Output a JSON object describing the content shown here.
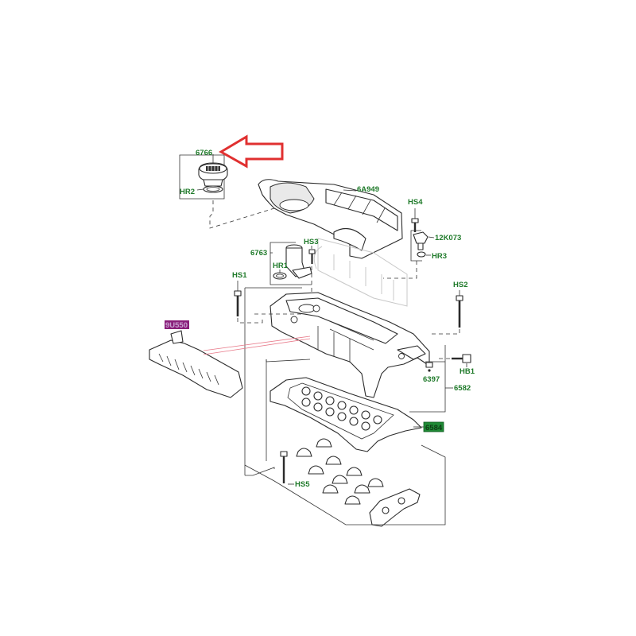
{
  "colors": {
    "label_green": "#1f7a2a",
    "highlight_green": "#1f8a35",
    "highlight_purple": "#8a1f7a",
    "pointer_arrow_red": "#e03030",
    "callout_line_pink": "#e87a8a"
  },
  "labels": {
    "oil_filler_cap": "6766",
    "cap_seal": "HR2",
    "engine_cover": "6A949",
    "bolt_hs4": "HS4",
    "sensor": "12K073",
    "seal_hr3": "HR3",
    "filler_tube": "6763",
    "bolt_hs3": "HS3",
    "seal_hr1": "HR1",
    "bolt_hs1": "HS1",
    "bolt_hs2": "HS2",
    "baffle": "9U550",
    "plug": "6397",
    "bolt_hb1": "HB1",
    "cam_cover": "6582",
    "gasket": "6584",
    "bolt_hs5": "HS5"
  },
  "annotations": {
    "pointer_arrow_icon": "red-outline-arrow-icon"
  }
}
